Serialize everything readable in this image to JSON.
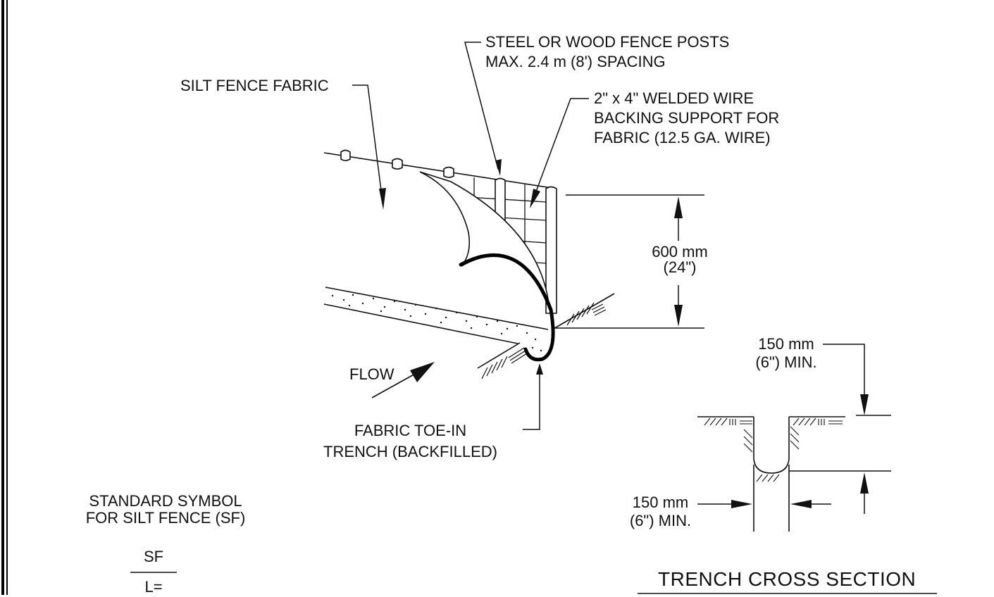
{
  "labels": {
    "posts_line1": "STEEL OR WOOD FENCE POSTS",
    "posts_line2": "MAX. 2.4 m (8') SPACING",
    "fabric": "SILT FENCE FABRIC",
    "wire_line1": "2\" x 4\" WELDED WIRE",
    "wire_line2": "BACKING SUPPORT FOR",
    "wire_line3": "FABRIC (12.5 GA. WIRE)",
    "height_line1": "600 mm",
    "height_line2": "(24\")",
    "flow": "FLOW",
    "toe_line1": "FABRIC TOE-IN",
    "toe_line2": "TRENCH (BACKFILLED)",
    "depth_line1": "150 mm",
    "depth_line2": "(6\") MIN.",
    "width_line1": "150 mm",
    "width_line2": "(6\") MIN.",
    "symbol_line1": "STANDARD SYMBOL",
    "symbol_line2": "FOR SILT FENCE (SF)",
    "symbol_sf": "SF",
    "symbol_l": "L=",
    "section_title": "TRENCH CROSS SECTION"
  }
}
